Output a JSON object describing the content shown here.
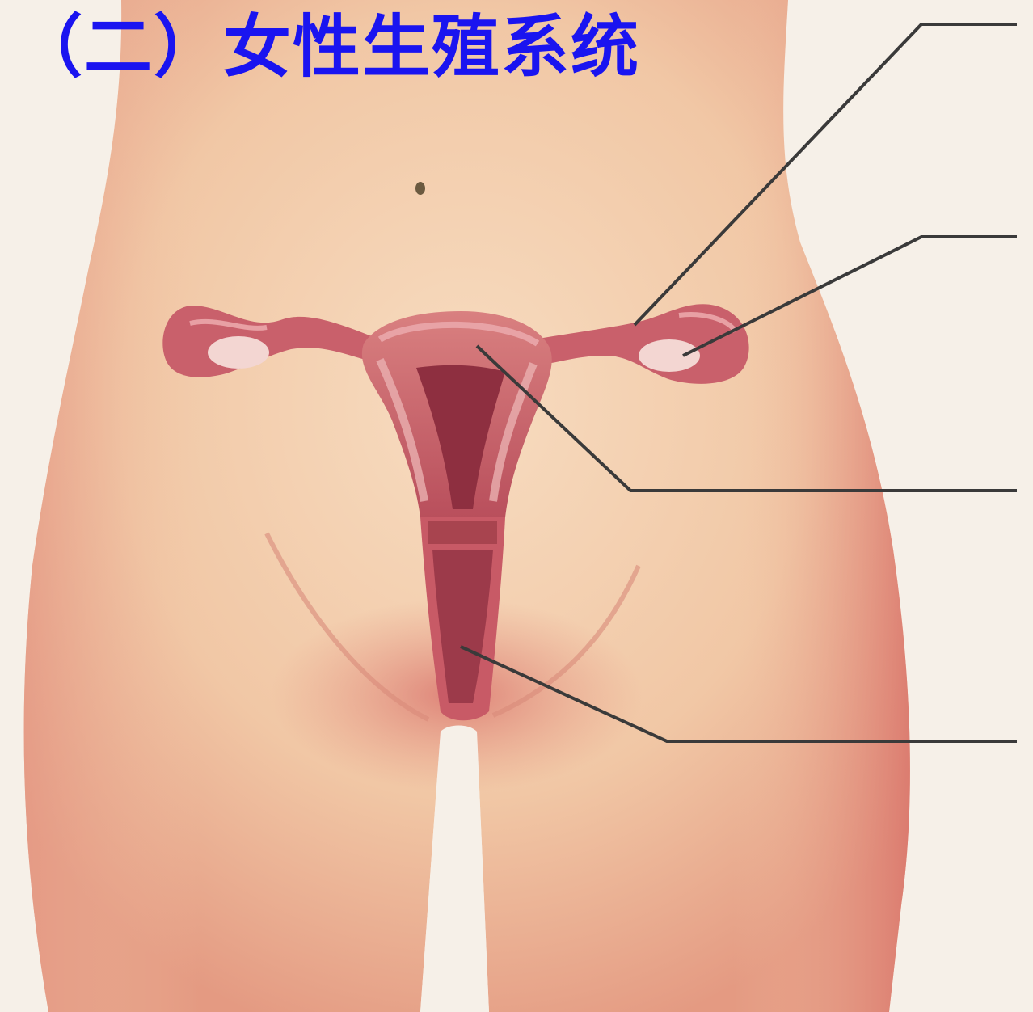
{
  "title": "（二）女性生殖系统",
  "colors": {
    "title": "#1a14f0",
    "background": "#f6f0e8",
    "skin": "#f3cba8",
    "skin_shadow": "#d98072",
    "organ": "#c85a66",
    "organ_dark": "#8e2f40",
    "organ_light": "#e8a3a6",
    "ovary": "#f4dcd8",
    "leader_line": "#3a3a3a"
  },
  "label_lines": [
    {
      "target": "fallopian-tube",
      "label": ""
    },
    {
      "target": "ovary",
      "label": ""
    },
    {
      "target": "uterus",
      "label": ""
    },
    {
      "target": "vagina",
      "label": ""
    }
  ]
}
